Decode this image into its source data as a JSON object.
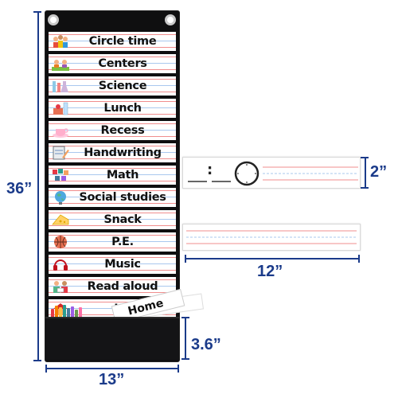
{
  "strips": [
    {
      "label": "Circle time",
      "icon": "children-circle-icon"
    },
    {
      "label": "Centers",
      "icon": "playground-icon"
    },
    {
      "label": "Science",
      "icon": "lab-flasks-icon"
    },
    {
      "label": "Lunch",
      "icon": "lunch-icon"
    },
    {
      "label": "Recess",
      "icon": "tea-cup-icon"
    },
    {
      "label": "Handwriting",
      "icon": "notepad-pencil-icon"
    },
    {
      "label": "Math",
      "icon": "numbers-icon"
    },
    {
      "label": "Social studies",
      "icon": "globe-icon"
    },
    {
      "label": "Snack",
      "icon": "cheese-icon"
    },
    {
      "label": "P.E.",
      "icon": "basketball-icon"
    },
    {
      "label": "Music",
      "icon": "headphones-icon"
    },
    {
      "label": "Read aloud",
      "icon": "children-reading-icon"
    },
    {
      "label": "Ho",
      "icon": "house-icon"
    }
  ],
  "home_card": "Home",
  "dimensions": {
    "height": "36”",
    "width": "13”",
    "pocket": "3.6”",
    "strip_height": "2”",
    "strip_width": "12”"
  },
  "time_strip": {
    "colon": ":"
  },
  "colors": {
    "dimension": "#1b3b8a",
    "chart": "#0f0f10"
  }
}
